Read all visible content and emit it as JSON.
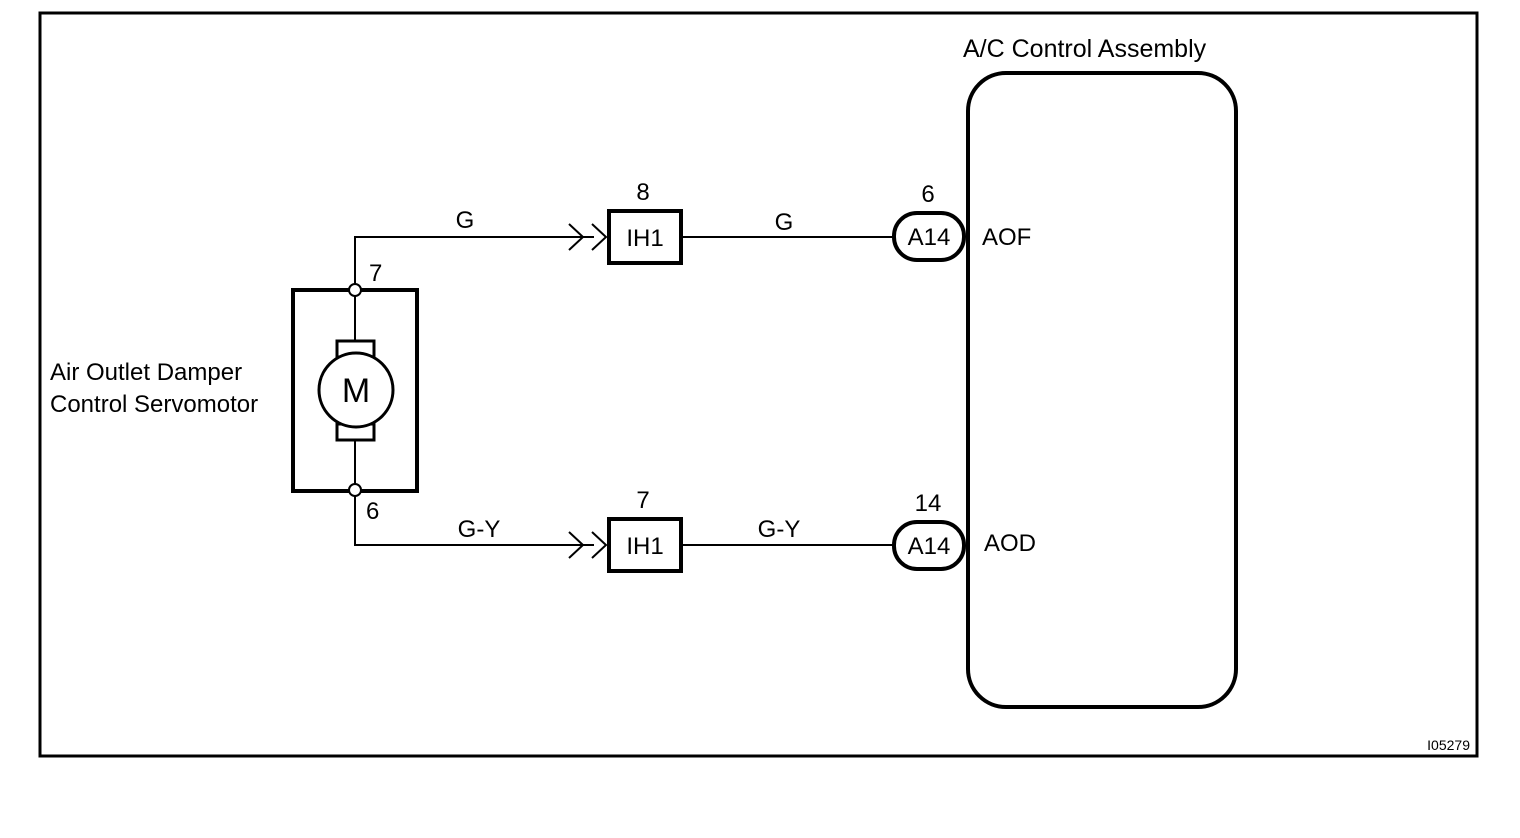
{
  "diagram": {
    "figure_code": "I05279",
    "servomotor": {
      "name_line1": "Air Outlet Damper",
      "name_line2": "Control Servomotor",
      "motor_symbol": "M",
      "pin_top": "7",
      "pin_bottom": "6"
    },
    "control_assembly": {
      "title": "A/C Control Assembly",
      "terminal_top": "AOF",
      "terminal_bottom": "AOD"
    },
    "circuits": [
      {
        "wire_color_left": "G",
        "junction_connector": "IH1",
        "junction_pin": "8",
        "wire_color_right": "G",
        "ecu_connector": "A14",
        "ecu_pin": "6"
      },
      {
        "wire_color_left": "G-Y",
        "junction_connector": "IH1",
        "junction_pin": "7",
        "wire_color_right": "G-Y",
        "ecu_connector": "A14",
        "ecu_pin": "14"
      }
    ]
  }
}
